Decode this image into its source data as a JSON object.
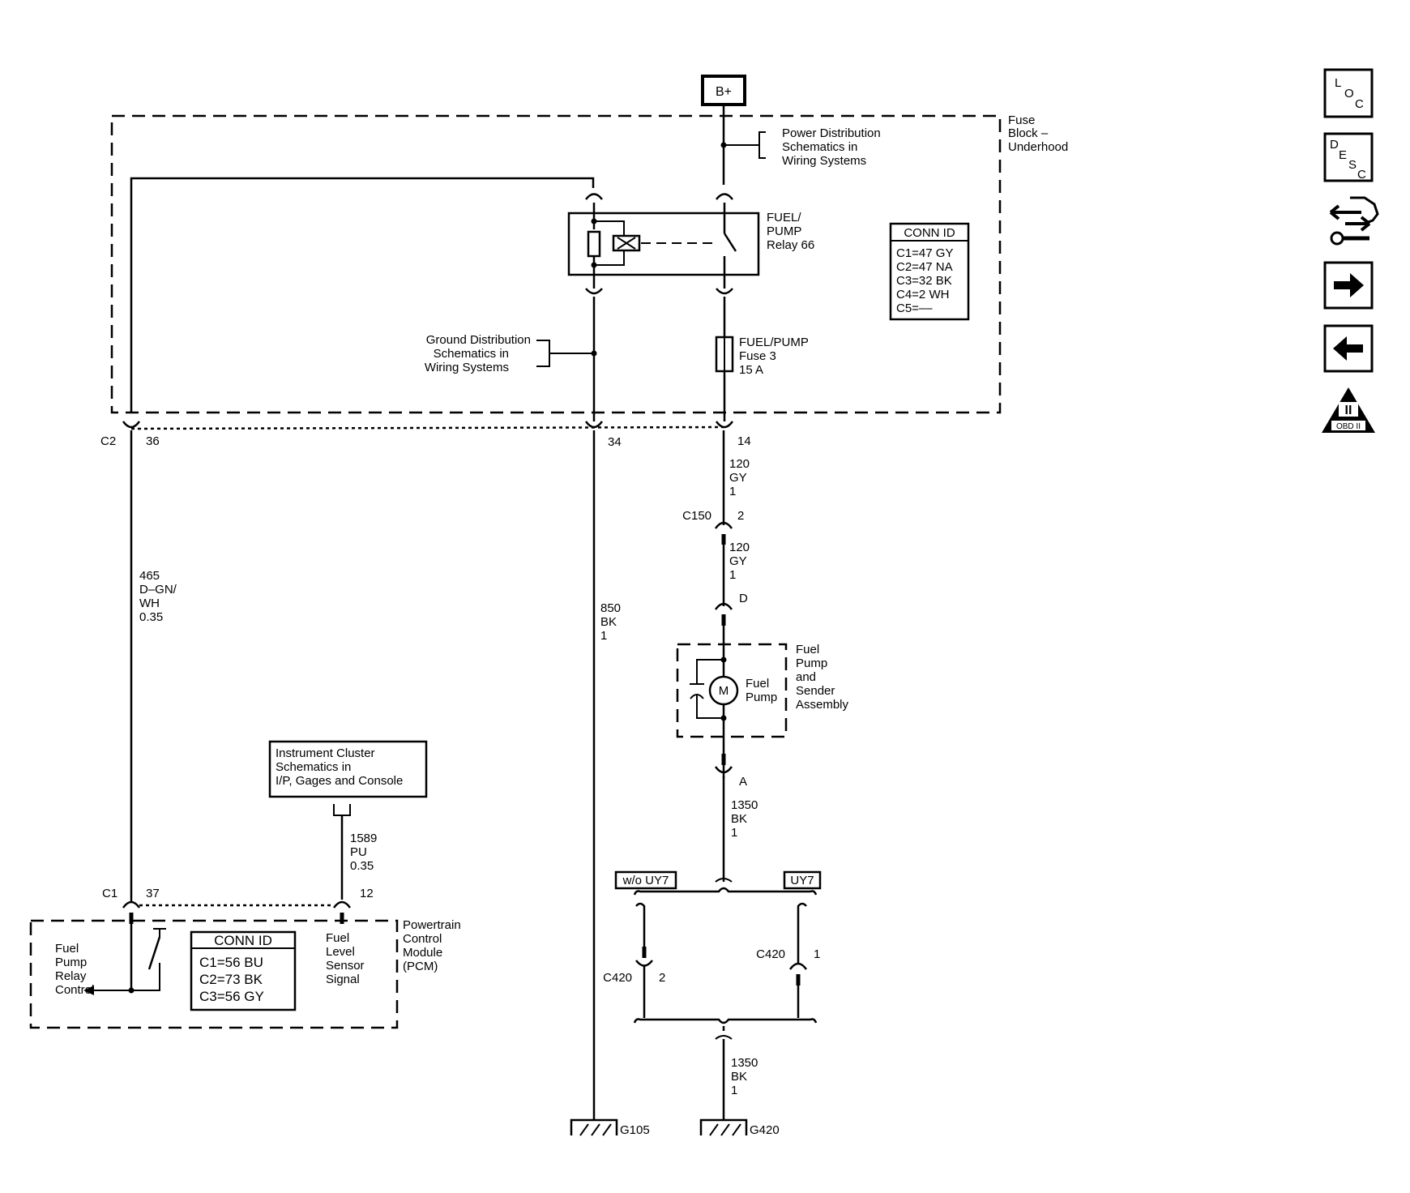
{
  "power": {
    "bplus": "B+"
  },
  "fuse_block": {
    "label_l1": "Fuse",
    "label_l2": "Block –",
    "label_l3": "Underhood",
    "power_ref": [
      "Power Distribution",
      "Schematics in",
      "Wiring Systems"
    ],
    "ground_ref": [
      "Ground Distribution",
      "Schematics in",
      "Wiring Systems"
    ],
    "relay": [
      "FUEL/",
      "PUMP",
      "Relay 66"
    ],
    "fuse": [
      "FUEL/PUMP",
      "Fuse 3",
      "15 A"
    ],
    "conn_id": {
      "title": "CONN ID",
      "rows": [
        "C1=47 GY",
        "C2=47 NA",
        "C3=32 BK",
        "C4=2 WH",
        "C5=––"
      ]
    },
    "pins": {
      "c2": "C2",
      "p36": "36",
      "p34": "34",
      "p14": "14"
    }
  },
  "wires": {
    "w465": [
      "465",
      "D–GN/",
      "WH",
      "0.35"
    ],
    "w850": [
      "850",
      "BK",
      "1"
    ],
    "w120a": [
      "120",
      "GY",
      "1"
    ],
    "w120b": [
      "120",
      "GY",
      "1"
    ],
    "w1350a": [
      "1350",
      "BK",
      "1"
    ],
    "w1350b": [
      "1350",
      "BK",
      "1"
    ],
    "w1589": [
      "1589",
      "PU",
      "0.35"
    ]
  },
  "connectors": {
    "c150": "C150",
    "c150_pin": "2",
    "pin_d": "D",
    "pin_a": "A",
    "c420_left": "C420",
    "c420_left_pin": "2",
    "c420_right": "C420",
    "c420_right_pin": "1",
    "c1": "C1",
    "c1_pin37": "37",
    "c1_pin12": "12"
  },
  "options": {
    "without": "w/o UY7",
    "with": "UY7"
  },
  "fuel_pump": {
    "assembly": [
      "Fuel",
      "Pump",
      "and",
      "Sender",
      "Assembly"
    ],
    "motor": "M",
    "motor_label": [
      "Fuel",
      "Pump"
    ]
  },
  "instrument_cluster": [
    "Instrument Cluster",
    "Schematics in",
    "I/P, Gages and Console"
  ],
  "pcm": {
    "label": [
      "Powertrain",
      "Control",
      "Module",
      "(PCM)"
    ],
    "relay_control": [
      "Fuel",
      "Pump",
      "Relay",
      "Control"
    ],
    "level_signal": [
      "Fuel",
      "Level",
      "Sensor",
      "Signal"
    ],
    "conn_id": {
      "title": "CONN ID",
      "rows": [
        "C1=56 BU",
        "C2=73 BK",
        "C3=56 GY"
      ]
    }
  },
  "grounds": {
    "g105": "G105",
    "g420": "G420"
  },
  "nav": {
    "loc": [
      "L",
      "O",
      "C"
    ],
    "desc": [
      "D",
      "E",
      "S",
      "C"
    ],
    "obd": "OBD II",
    "obd_numeral": "II"
  }
}
